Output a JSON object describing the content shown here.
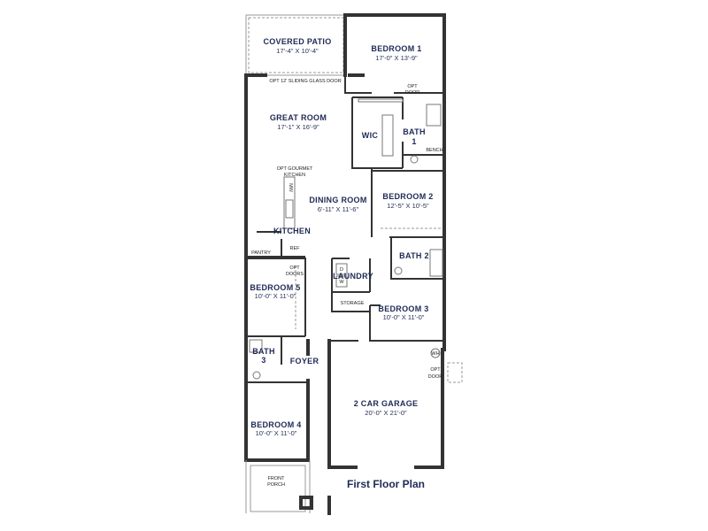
{
  "rooms": {
    "covered_patio": {
      "name": "COVERED PATIO",
      "dims": "17'-4\" X 10'-4\""
    },
    "bedroom1": {
      "name": "BEDROOM 1",
      "dims": "17'-0\" X 13'-9\""
    },
    "great_room": {
      "name": "GREAT ROOM",
      "dims": "17'-1\" X 16'-9\""
    },
    "wic": {
      "name": "WIC"
    },
    "bath1": {
      "name": "BATH",
      "num": "1"
    },
    "dining_room": {
      "name": "DINING ROOM",
      "dims": "6'-11\" X 11'-6\""
    },
    "bedroom2": {
      "name": "BEDROOM 2",
      "dims": "12'-5\" X 10'-5\""
    },
    "kitchen": {
      "name": "KITCHEN"
    },
    "pantry": {
      "name": "PANTRY"
    },
    "ref": {
      "name": "REF"
    },
    "bath2": {
      "name": "BATH 2"
    },
    "laundry": {
      "name": "LAUNDRY"
    },
    "storage": {
      "name": "STORAGE"
    },
    "bedroom5": {
      "name": "BEDROOM 5",
      "dims": "10'-0\" X 11'-0\""
    },
    "bedroom3": {
      "name": "BEDROOM 3",
      "dims": "10'-0\" X 11'-0\""
    },
    "bath3": {
      "name": "BATH",
      "num": "3"
    },
    "foyer": {
      "name": "FOYER"
    },
    "garage": {
      "name": "2 CAR GARAGE",
      "dims": "20'-0\" X 21'-0\""
    },
    "bedroom4": {
      "name": "BEDROOM 4",
      "dims": "10'-0\" X 11'-0\""
    },
    "front_porch": {
      "name": "FRONT",
      "name2": "PORCH"
    }
  },
  "notes": {
    "sliding_door": "OPT 12' SLIDING GLASS DOOR",
    "opt_door_1": "OPT",
    "opt_door_2": "DOOR",
    "gourmet_1": "OPT GOURMET",
    "gourmet_2": "KITCHEN",
    "bench": "BENCH",
    "mw": "MW",
    "opt_doors_1": "OPT",
    "opt_doors_2": "DOORS",
    "dryer": "D",
    "washer": "W",
    "wh": "WH",
    "garage_opt_1": "OPT",
    "garage_opt_2": "DOOR"
  },
  "title": "First Floor Plan",
  "colors": {
    "label": "#1f2a55",
    "wall": "#333333"
  }
}
